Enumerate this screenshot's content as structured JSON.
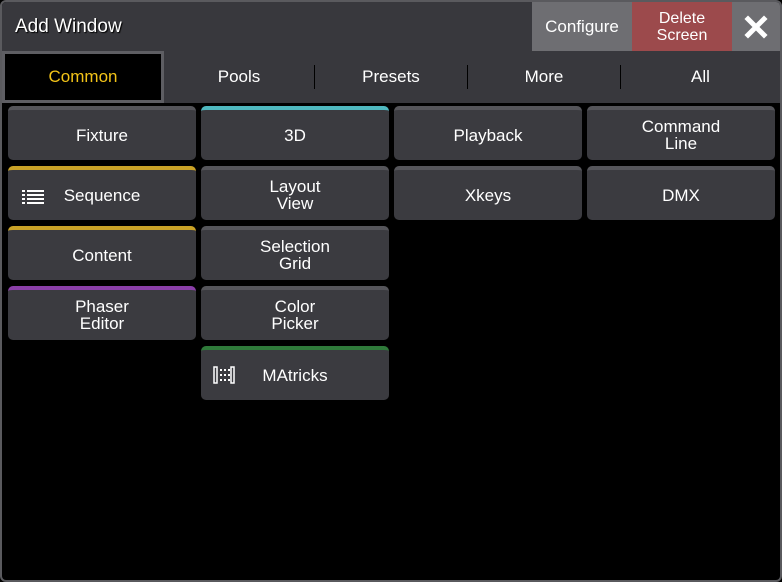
{
  "titlebar": {
    "title": "Add Window",
    "configure_label": "Configure",
    "delete_label": "Delete\nScreen",
    "close_icon": "close-x-icon"
  },
  "tabs": [
    {
      "label": "Common",
      "active": true
    },
    {
      "label": "Pools",
      "active": false
    },
    {
      "label": "Presets",
      "active": false
    },
    {
      "label": "More",
      "active": false
    },
    {
      "label": "All",
      "active": false
    }
  ],
  "colors": {
    "active_tab_text": "#f2c318",
    "delete_button": "#9c4a4c",
    "accent_teal": "#4fb8bf",
    "accent_gold": "#c9a227",
    "accent_purple": "#8a3fa8",
    "accent_green": "#2f7a3a",
    "accent_gray": "#55555a"
  },
  "windows": [
    {
      "label": "Fixture",
      "accent": "gray"
    },
    {
      "label": "3D",
      "accent": "teal"
    },
    {
      "label": "Playback",
      "accent": "gray"
    },
    {
      "label": "Command\nLine",
      "accent": "gray"
    },
    {
      "label": "Sequence",
      "accent": "gold",
      "icon": "list-icon"
    },
    {
      "label": "Layout\nView",
      "accent": "gray"
    },
    {
      "label": "Xkeys",
      "accent": "gray"
    },
    {
      "label": "DMX",
      "accent": "gray"
    },
    {
      "label": "Content",
      "accent": "gold"
    },
    {
      "label": "Selection\nGrid",
      "accent": "gray"
    },
    {
      "label": "Phaser\nEditor",
      "accent": "purple"
    },
    {
      "label": "Color\nPicker",
      "accent": "gray"
    },
    {
      "label": "MAtricks",
      "accent": "green",
      "icon": "matricks-grid-icon"
    }
  ]
}
